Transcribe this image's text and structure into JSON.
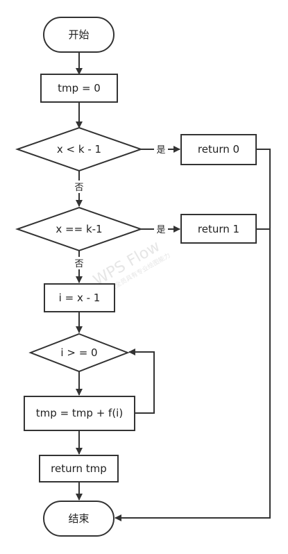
{
  "diagram": {
    "nodes": {
      "start": {
        "label": "开始",
        "shape": "terminal"
      },
      "init_tmp": {
        "label": "tmp = 0",
        "shape": "process"
      },
      "cond_lt": {
        "label": "x < k - 1",
        "shape": "decision"
      },
      "ret0": {
        "label": "return 0",
        "shape": "process"
      },
      "cond_eq": {
        "label": "x == k-1",
        "shape": "decision"
      },
      "ret1": {
        "label": "return 1",
        "shape": "process"
      },
      "init_i": {
        "label": "i = x - 1",
        "shape": "process"
      },
      "cond_loop": {
        "label": "i > = 0",
        "shape": "decision"
      },
      "accum": {
        "label": "tmp = tmp + f(i)",
        "shape": "process"
      },
      "ret_tmp": {
        "label": "return tmp",
        "shape": "process"
      },
      "end": {
        "label": "结束",
        "shape": "terminal"
      }
    },
    "edges": [
      {
        "from": "start",
        "to": "init_tmp",
        "label": ""
      },
      {
        "from": "init_tmp",
        "to": "cond_lt",
        "label": ""
      },
      {
        "from": "cond_lt",
        "to": "ret0",
        "label": "是"
      },
      {
        "from": "cond_lt",
        "to": "cond_eq",
        "label": "否"
      },
      {
        "from": "cond_eq",
        "to": "ret1",
        "label": "是"
      },
      {
        "from": "cond_eq",
        "to": "init_i",
        "label": "否"
      },
      {
        "from": "init_i",
        "to": "cond_loop",
        "label": ""
      },
      {
        "from": "cond_loop",
        "to": "accum",
        "label": ""
      },
      {
        "from": "accum",
        "to": "cond_loop",
        "label": ""
      },
      {
        "from": "accum",
        "to": "ret_tmp",
        "label": ""
      },
      {
        "from": "ret_tmp",
        "to": "end",
        "label": ""
      },
      {
        "from": "ret0",
        "to": "end",
        "label": ""
      },
      {
        "from": "ret1",
        "to": "end",
        "label": ""
      }
    ]
  },
  "watermark": {
    "brand": "WPS Flow",
    "tagline": "让全员具有专业绘图能力"
  },
  "colors": {
    "stroke": "#333333",
    "fill": "#ffffff",
    "text": "#222222",
    "watermark": "#e6e6e6"
  }
}
